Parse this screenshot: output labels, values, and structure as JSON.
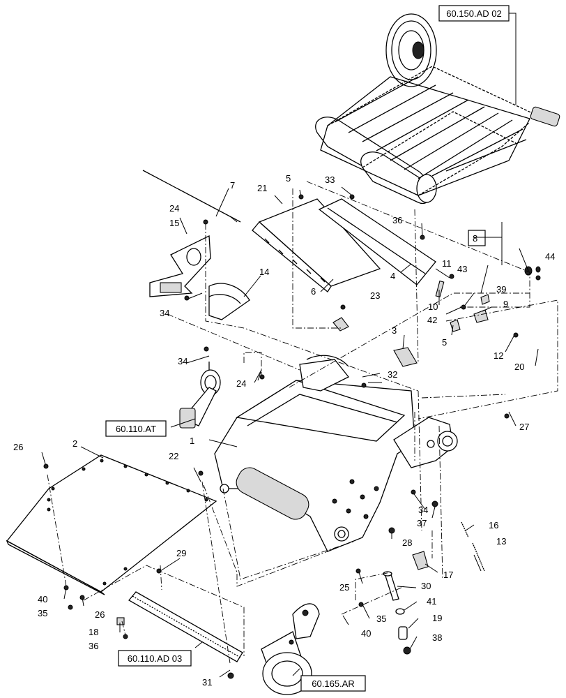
{
  "diagram": {
    "callouts": [
      "1",
      "2",
      "3",
      "4",
      "5",
      "5",
      "6",
      "7",
      "8",
      "9",
      "10",
      "11",
      "12",
      "13",
      "14",
      "15",
      "16",
      "17",
      "18",
      "19",
      "20",
      "21",
      "22",
      "23",
      "24",
      "24",
      "25",
      "26",
      "26",
      "27",
      "28",
      "29",
      "30",
      "31",
      "32",
      "33",
      "34",
      "34",
      "34",
      "35",
      "35",
      "36",
      "36",
      "37",
      "38",
      "39",
      "40",
      "40",
      "41",
      "42",
      "43",
      "44"
    ],
    "references": {
      "feeder_chain": "60.150.AD 02",
      "drive_hub": "60.110.AT",
      "crop_strip": "60.110.AD 03",
      "hydraulic_motor": "60.165.AR"
    }
  }
}
